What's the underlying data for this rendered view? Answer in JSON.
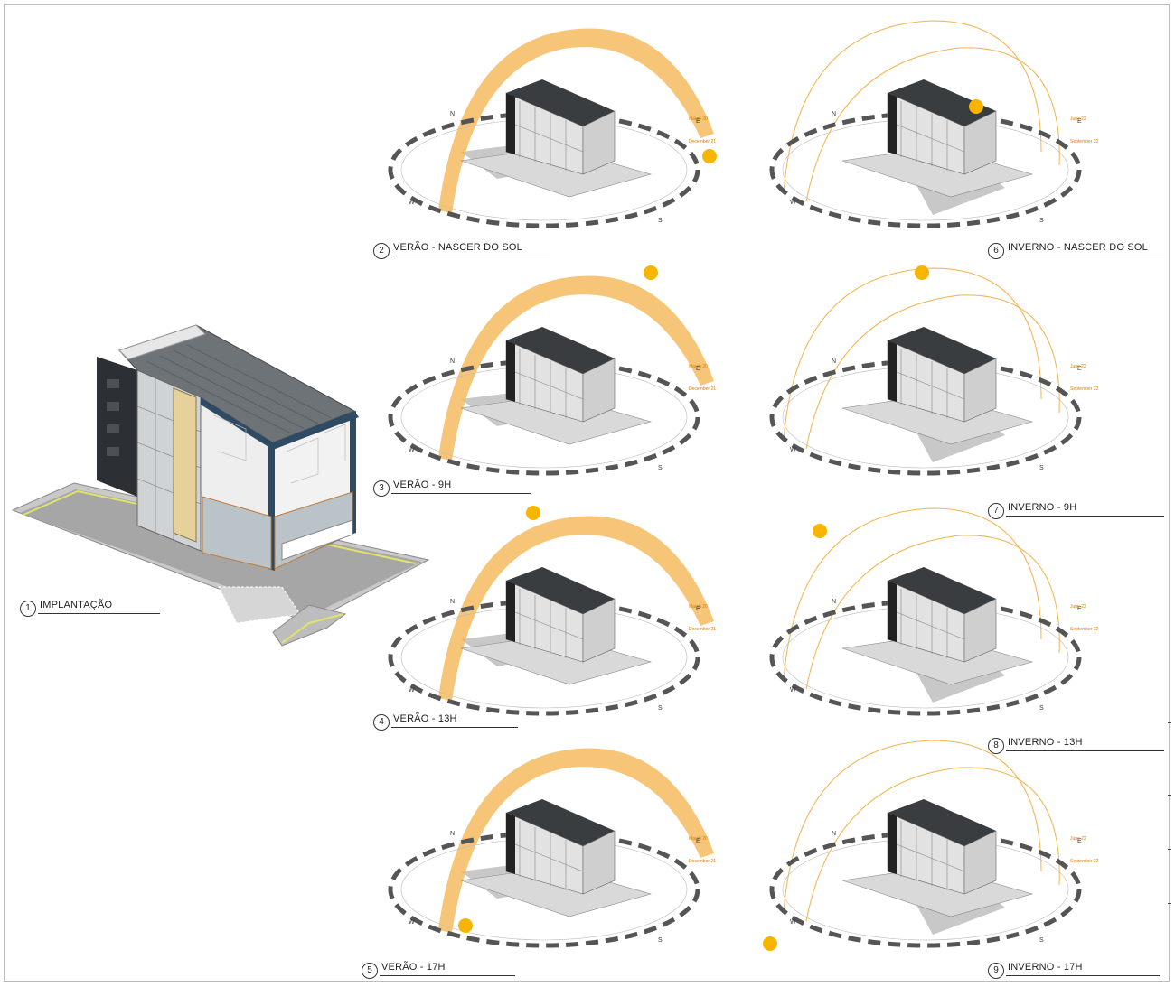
{
  "views": [
    {
      "num": "1",
      "title": "IMPLANTAÇÃO"
    },
    {
      "num": "2",
      "title": "VERÃO - NASCER DO SOL",
      "season": "summer",
      "sun": "sunrise"
    },
    {
      "num": "3",
      "title": "VERÃO - 9H",
      "season": "summer",
      "sun": "9h"
    },
    {
      "num": "4",
      "title": "VERÃO - 13H",
      "season": "summer",
      "sun": "13h"
    },
    {
      "num": "5",
      "title": "VERÃO - 17H",
      "season": "summer",
      "sun": "17h"
    },
    {
      "num": "6",
      "title": "INVERNO - NASCER DO SOL",
      "season": "winter",
      "sun": "sunrise"
    },
    {
      "num": "7",
      "title": "INVERNO - 9H",
      "season": "winter",
      "sun": "9h"
    },
    {
      "num": "8",
      "title": "INVERNO - 13H",
      "season": "winter",
      "sun": "13h"
    },
    {
      "num": "9",
      "title": "INVERNO - 17H",
      "season": "winter",
      "sun": "17h"
    }
  ],
  "compass": {
    "n": "N",
    "e": "E",
    "s": "S",
    "w": "W"
  },
  "path_labels": {
    "summer": [
      "March 20",
      "December 21"
    ],
    "winter": [
      "June 22",
      "September 22"
    ]
  },
  "colors": {
    "sun": "#f7b500",
    "sun_path": "#f4b24a",
    "accent": "#e07b00",
    "ring": "#555555",
    "shadow": "#9a9a9a"
  }
}
